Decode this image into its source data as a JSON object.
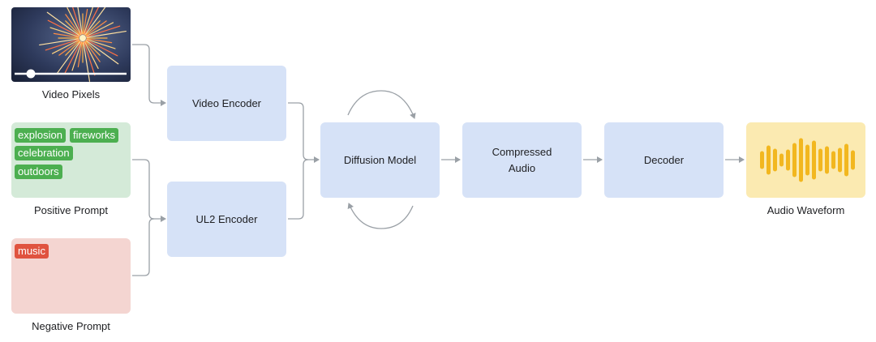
{
  "inputs": {
    "video_label": "Video Pixels",
    "positive_label": "Positive Prompt",
    "negative_label": "Negative Prompt",
    "positive_tags": [
      "explosion",
      "fireworks",
      "celebration",
      "outdoors"
    ],
    "negative_tags": [
      "music"
    ]
  },
  "nodes": {
    "video_encoder": "Video Encoder",
    "ul2_encoder": "UL2 Encoder",
    "diffusion_model": "Diffusion Model",
    "compressed_audio_line1": "Compressed",
    "compressed_audio_line2": "Audio",
    "decoder": "Decoder"
  },
  "output": {
    "label": "Audio Waveform"
  },
  "colors": {
    "node_blue": "#d6e2f7",
    "positive_bg": "#d4ead8",
    "negative_bg": "#f4d5d1",
    "tag_green": "#4caf50",
    "tag_red": "#e0533f",
    "waveform_bg": "#fbeab1",
    "waveform_bar": "#f2b71f",
    "arrow": "#9aa0a6"
  },
  "icons": {
    "video_thumbnail": "fireworks-image",
    "video_scrubber": "slider-icon",
    "diffusion_loop": "loop-arrow-icon",
    "waveform": "waveform-icon"
  }
}
